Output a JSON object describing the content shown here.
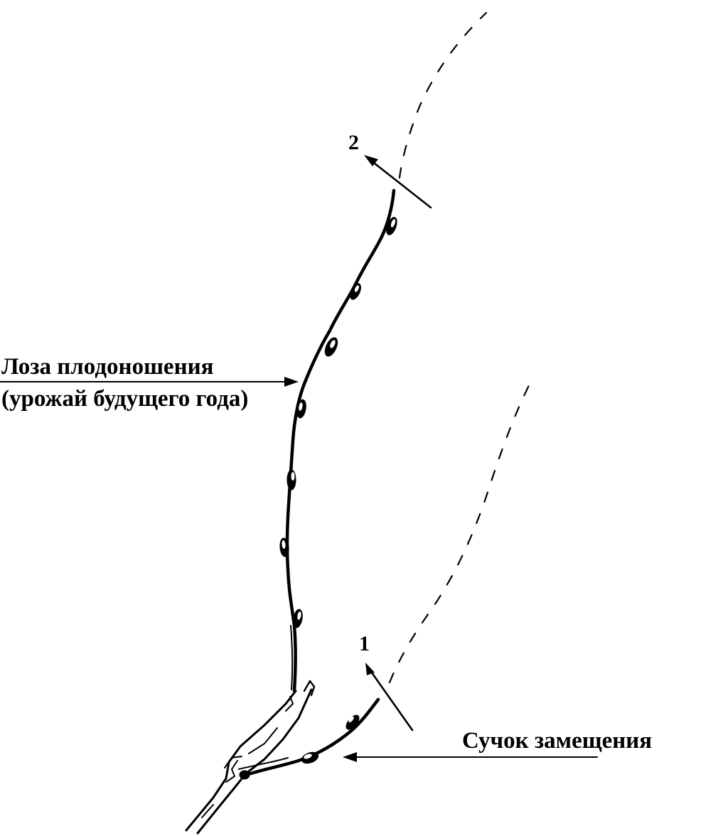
{
  "labels": {
    "fruiting_vine_line1": "Лоза плодоношения",
    "fruiting_vine_line2": "(урожай будущего года)",
    "replacement_spur": "Сучок замещения",
    "cut_1": "1",
    "cut_2": "2"
  },
  "colors": {
    "ink": "#000000",
    "background": "#ffffff"
  }
}
